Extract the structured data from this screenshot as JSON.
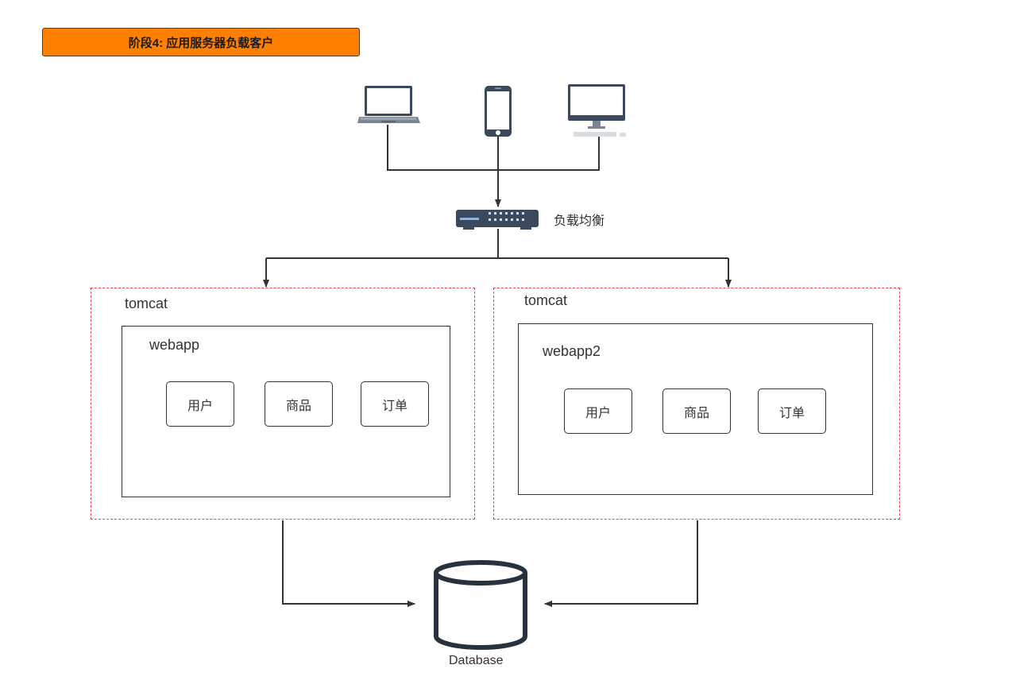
{
  "title": "阶段4: 应用服务器负载客户",
  "load_balancer": {
    "label": "负载均衡",
    "icon": "network-switch-icon"
  },
  "clients": [
    {
      "icon": "laptop-icon"
    },
    {
      "icon": "smartphone-icon"
    },
    {
      "icon": "desktop-computer-icon"
    }
  ],
  "servers": [
    {
      "label": "tomcat",
      "webapp": {
        "label": "webapp",
        "modules": [
          "用户",
          "商品",
          "订单"
        ]
      }
    },
    {
      "label": "tomcat",
      "webapp": {
        "label": "webapp2",
        "modules": [
          "用户",
          "商品",
          "订单"
        ]
      }
    }
  ],
  "database": {
    "label": "Database",
    "icon": "database-cylinder-icon"
  },
  "colors": {
    "title_bg": "#ff8000",
    "tomcat_border": "#f04848",
    "line": "#333333",
    "device": "#3a4a5c"
  }
}
